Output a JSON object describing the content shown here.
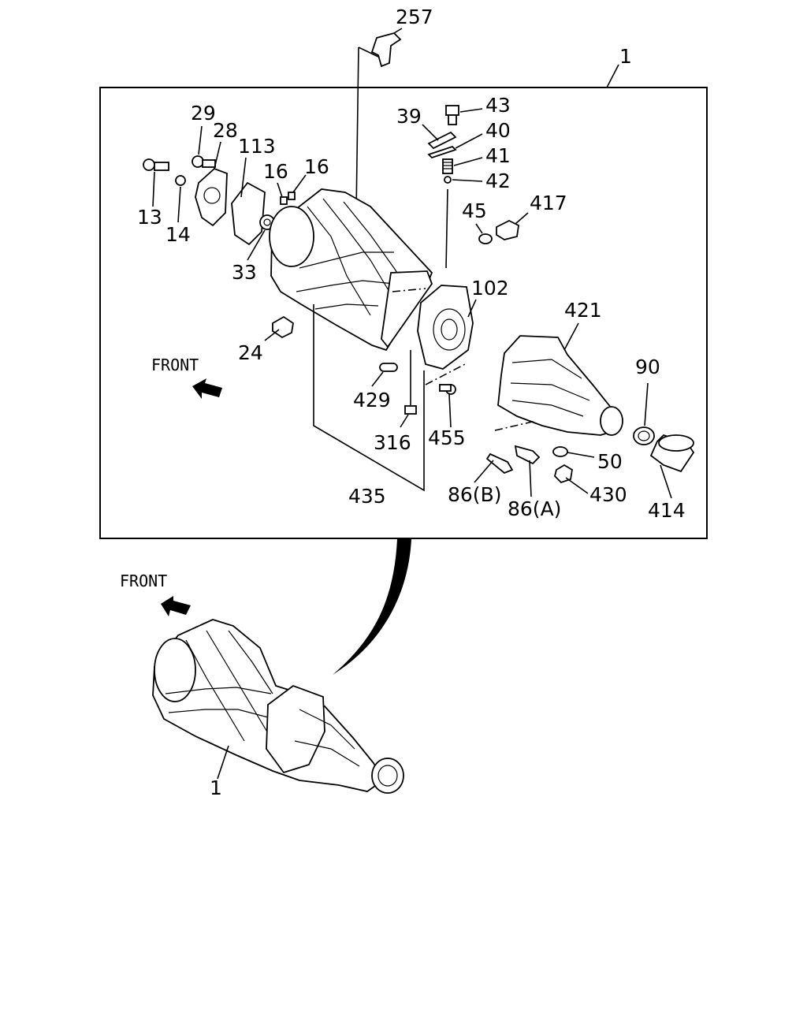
{
  "labels": {
    "p257": "257",
    "p1_top": "1",
    "p29": "29",
    "p28": "28",
    "p113": "113",
    "p16a": "16",
    "p16b": "16",
    "p13": "13",
    "p14": "14",
    "p33": "33",
    "p39": "39",
    "p43": "43",
    "p40": "40",
    "p41": "41",
    "p42": "42",
    "p45": "45",
    "p417": "417",
    "p102": "102",
    "p421": "421",
    "p90": "90",
    "p24": "24",
    "p429": "429",
    "p316": "316",
    "p455": "455",
    "p50": "50",
    "p86b": "86(B)",
    "p86a": "86(A)",
    "p430": "430",
    "p414": "414",
    "p435": "435",
    "p1_bottom": "1",
    "front_top": "FRONT",
    "front_bottom": "FRONT"
  }
}
